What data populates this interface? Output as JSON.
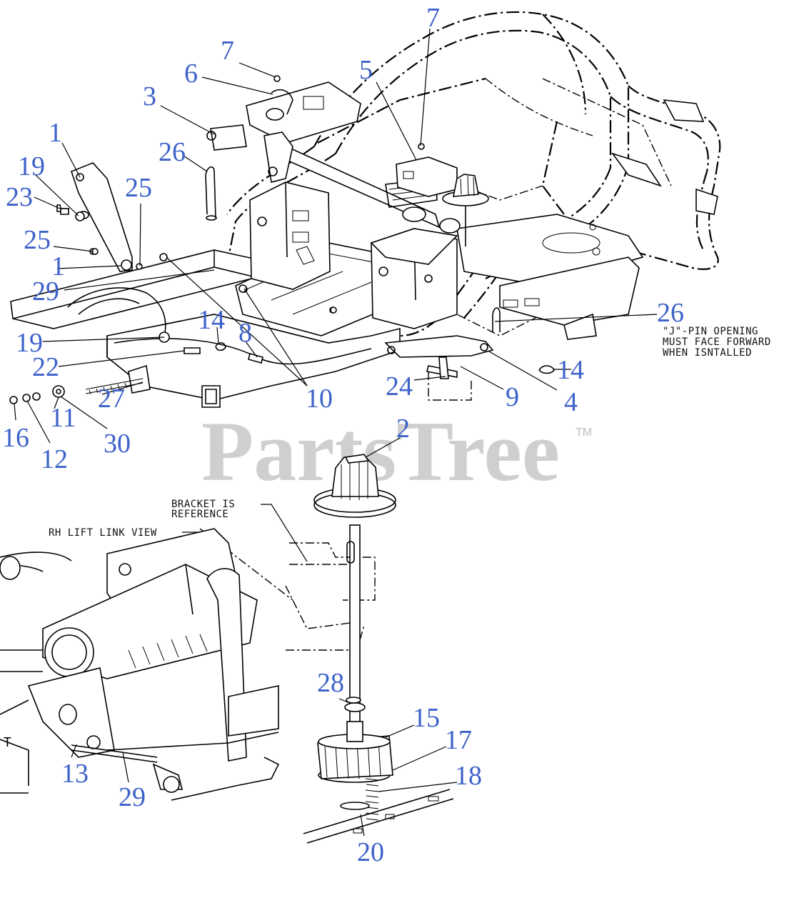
{
  "watermark": {
    "text": "PartsTree",
    "trademark": "TM"
  },
  "notes": {
    "j_pin": [
      "\"J\"-PIN OPENING",
      "MUST FACE FORWARD",
      "WHEN ISNTALLED"
    ],
    "bracket": [
      "BRACKET IS",
      "REFERENCE"
    ],
    "view": "RH LIFT LINK VIEW"
  },
  "callouts": {
    "c7a": "7",
    "c6": "6",
    "c3": "3",
    "c5": "5",
    "c7b": "7",
    "c1a": "1",
    "c19a": "19",
    "c23": "23",
    "c26a": "26",
    "c25a": "25",
    "c25b": "25",
    "c1b": "1",
    "c29a": "29",
    "c14a": "14",
    "c8": "8",
    "c26b": "26",
    "c19b": "19",
    "c22": "22",
    "c10": "10",
    "c14b": "14",
    "c27": "27",
    "c11": "11",
    "c24": "24",
    "c9": "9",
    "c4": "4",
    "c16": "16",
    "c12": "12",
    "c30": "30",
    "c2": "2",
    "c28": "28",
    "c15": "15",
    "c17": "17",
    "c18": "18",
    "c13": "13",
    "c29b": "29",
    "c20": "20"
  },
  "colors": {
    "callout": "#3d62c9",
    "watermark": "#cfcfcf"
  }
}
